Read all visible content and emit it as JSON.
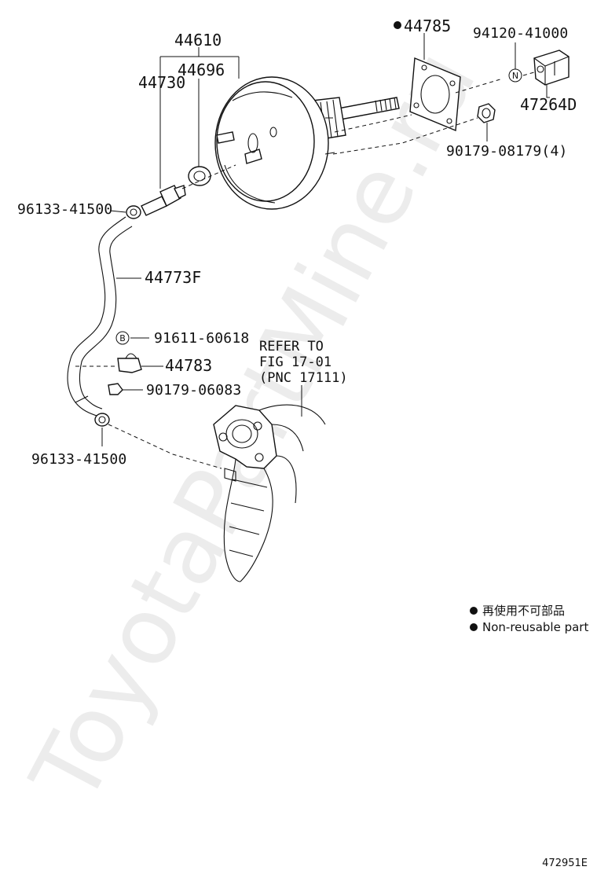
{
  "parts": {
    "p44610": "44610",
    "p44696": "44696",
    "p44730": "44730",
    "p44785": "44785",
    "p94120": "94120-41000",
    "p47264": "47264D",
    "p90179a": "90179-08179(4)",
    "p96133a": "96133-41500",
    "p44773": "44773F",
    "p91611": "91611-60618",
    "p44783": "44783",
    "p90179b": "90179-06083",
    "p96133b": "96133-41500"
  },
  "markers": {
    "n": "N",
    "b": "B"
  },
  "refer": {
    "line1": "REFER TO",
    "line2": "FIG 17-01",
    "line3": "(PNC 17111)"
  },
  "legend": {
    "jp": "再使用不可部品",
    "en": "Non-reusable part"
  },
  "watermark": "ToyotaPartMine.ru",
  "diagram_id": "472951E"
}
